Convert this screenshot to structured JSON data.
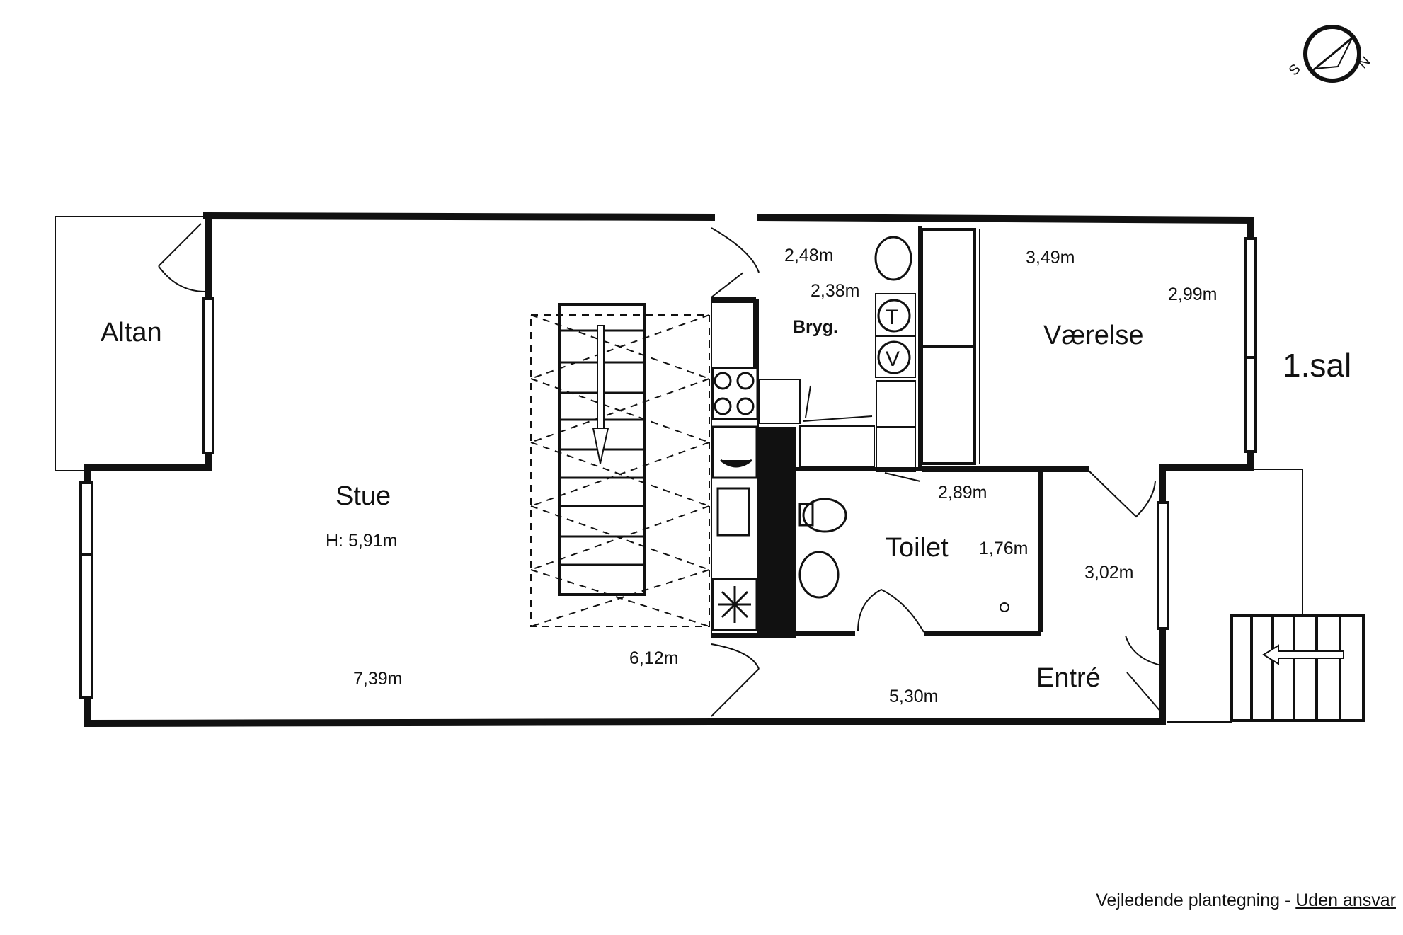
{
  "rooms": {
    "altan": "Altan",
    "stue": "Stue",
    "stue_height": "H: 5,91m",
    "bryg": "Bryg.",
    "vaerelse": "Værelse",
    "toilet": "Toilet",
    "entre": "Entré"
  },
  "floor_label": "1.sal",
  "dimensions": {
    "d1": "2,48m",
    "d2": "2,38m",
    "d3": "3,49m",
    "d4": "2,99m",
    "d5": "2,89m",
    "d6": "1,76m",
    "d7": "3,02m",
    "d8": "6,12m",
    "d9": "7,39m",
    "d10": "5,30m"
  },
  "appliances": {
    "dryer": "T",
    "washer": "V"
  },
  "compass": {
    "north": "N",
    "south": "S"
  },
  "footer": {
    "text": "Vejledende plantegning - ",
    "link": "Uden ansvar"
  }
}
